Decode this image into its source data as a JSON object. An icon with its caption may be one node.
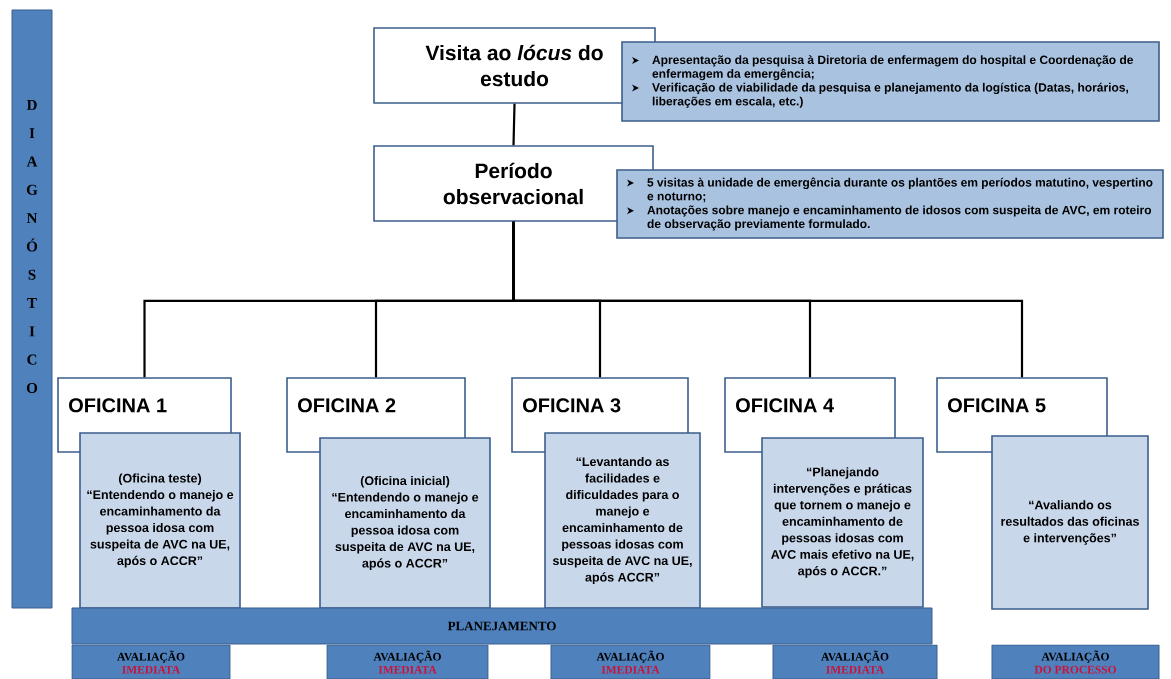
{
  "diagram": {
    "nodes": [
      {
        "text": [
          "DIAGNÓSTICO"
        ]
      },
      {
        "text": [
          "Visita ao *lócus* do estudo"
        ]
      },
      {
        "text": [
          "Apresentação da pesquisa à Diretoria de enfermagem do hospital e Coordenação de enfermagem da emergência;",
          "Verificação de viabilidade da pesquisa e planejamento da logística (Datas, horários, liberações em escala, etc.)"
        ]
      },
      {
        "text": [
          "Período observacional"
        ]
      },
      {
        "text": [
          "5 visitas à unidade de emergência durante os plantões em períodos matutino, vespertino e noturno;",
          "Anotações sobre manejo e encaminhamento de idosos com suspeita de AVC, em roteiro de observação previamente formulado."
        ]
      },
      {
        "text": [
          "OFICINA 1"
        ]
      },
      {
        "text": [
          "OFICINA 2"
        ]
      },
      {
        "text": [
          "OFICINA 3"
        ]
      },
      {
        "text": [
          "OFICINA 4"
        ]
      },
      {
        "text": [
          "OFICINA 5"
        ]
      },
      {
        "text": [
          "(Oficina teste) “Entendendo o manejo e encaminhamento da pessoa idosa com suspeita de AVC na UE, após o ACCR”"
        ]
      },
      {
        "text": [
          "(Oficina inicial) “Entendendo o manejo e encaminhamento da pessoa idosa com suspeita de AVC na UE, após o ACCR”"
        ]
      },
      {
        "text": [
          "“Levantando as facilidades e dificuldades para o manejo e encaminhamento de pessoas idosas com suspeita de AVC na UE, após ACCR”"
        ]
      },
      {
        "text": [
          "“Planejando intervenções e práticas que tornem o manejo e encaminhamento de pessoas idosas com AVC mais efetivo na UE, após o ACCR.”"
        ]
      },
      {
        "text": [
          "“Avaliando os resultados das oficinas e intervenções”"
        ]
      },
      {
        "text": [
          "PLANEJAMENTO"
        ]
      },
      {
        "text": [
          "AVALIAÇÃO",
          "IMEDIATA"
        ]
      },
      {
        "text": [
          "AVALIAÇÃO",
          "IMEDIATA"
        ]
      },
      {
        "text": [
          "AVALIAÇÃO",
          "IMEDIATA"
        ]
      },
      {
        "text": [
          "AVALIAÇÃO",
          "IMEDIATA"
        ]
      },
      {
        "text": [
          "AVALIAÇÃO",
          "DO PROCESSO"
        ]
      }
    ],
    "edges": [
      {
        "from": 1,
        "to": 3,
        "arrow": "none"
      },
      {
        "from": 3,
        "to": 5,
        "arrow": "none"
      },
      {
        "from": 3,
        "to": 6,
        "arrow": "none"
      },
      {
        "from": 3,
        "to": 7,
        "arrow": "none"
      },
      {
        "from": 3,
        "to": 8,
        "arrow": "none"
      },
      {
        "from": 3,
        "to": 9,
        "arrow": "none"
      }
    ]
  }
}
